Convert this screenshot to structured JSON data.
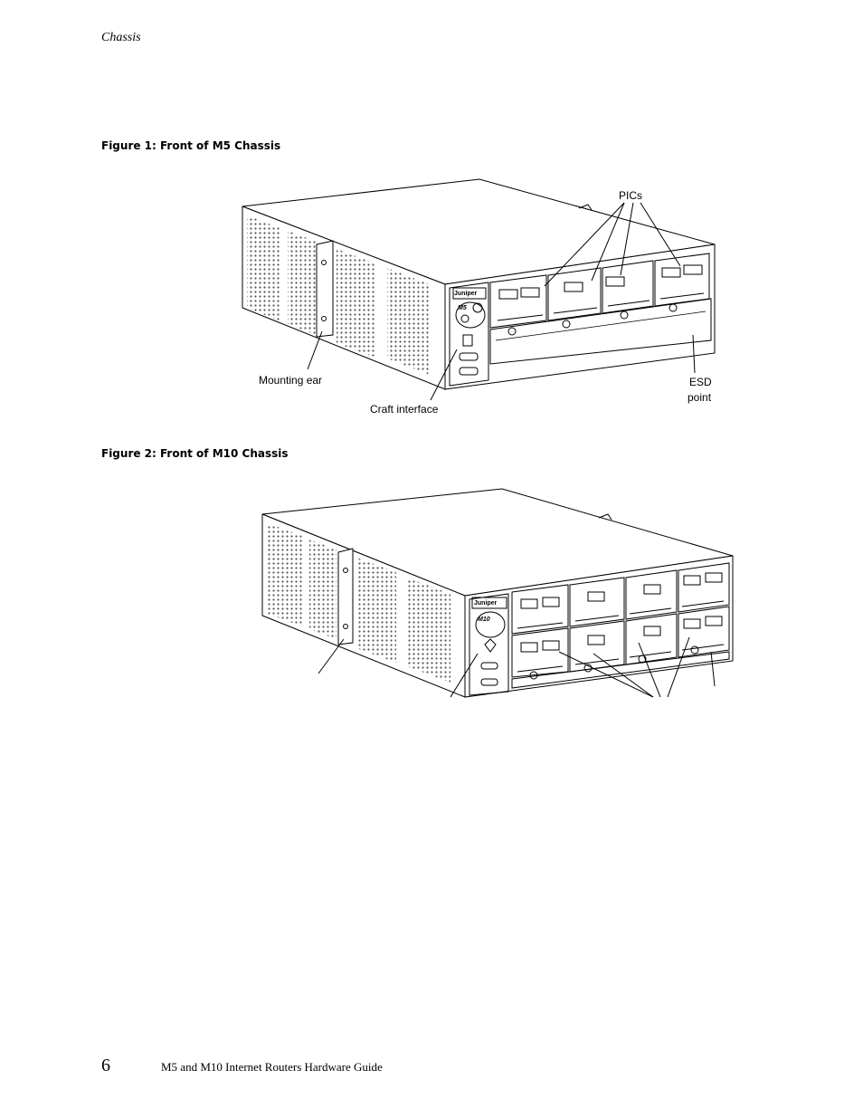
{
  "header": {
    "running_head": "Chassis"
  },
  "figure1": {
    "caption": "Figure 1:  Front of M5 Chassis",
    "brand": "Juniper",
    "model": "M5",
    "callouts": {
      "pics": "PICs",
      "mounting_ear": "Mounting ear",
      "esd_line1": "ESD",
      "esd_line2": "point",
      "craft": "Craft interface"
    }
  },
  "figure2": {
    "caption": "Figure 2:  Front of M10 Chassis",
    "brand": "Juniper",
    "model": "M10"
  },
  "footer": {
    "page_number": "6",
    "book_title": "M5 and M10 Internet Routers Hardware Guide"
  }
}
